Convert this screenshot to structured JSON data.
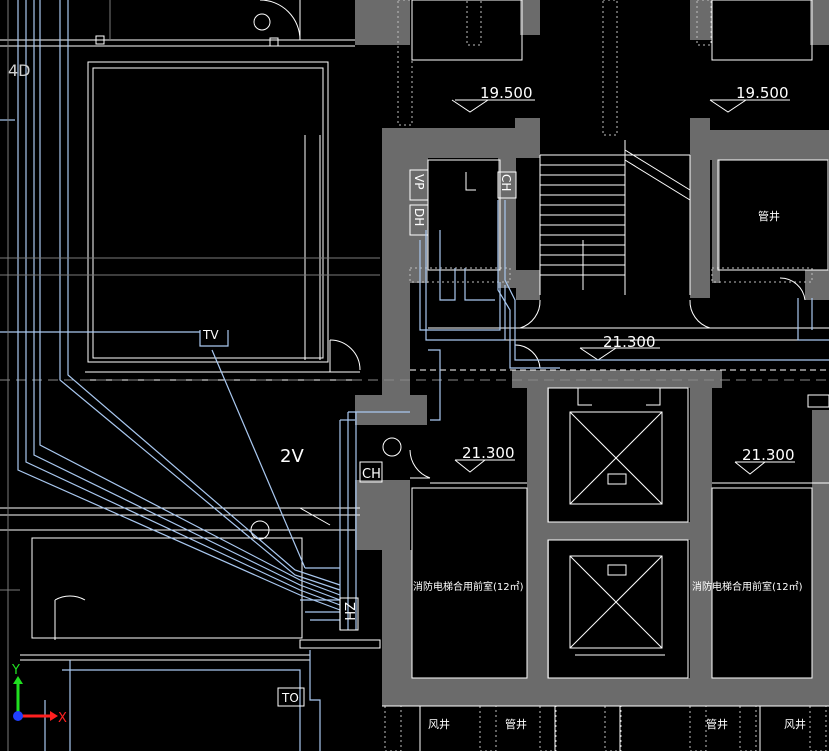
{
  "view": {
    "background": "#000000",
    "wall_fill": "#6b6b6b",
    "line_white": "#ffffff",
    "line_blue": "#a9c8f0",
    "line_grey": "#9a9a9a",
    "text_color": "#ffffff",
    "axis_x_color": "#ff2020",
    "axis_y_color": "#20e020"
  },
  "labels": {
    "grid_4d": "4D",
    "tv": "TV",
    "to": "TO",
    "cable_2v": "2V",
    "vp": "VP",
    "dh": "DH",
    "ch_shaft": "CH",
    "ch_small": "CH",
    "zh": "ZH",
    "elev_19500_left": "19.500",
    "elev_19500_right": "19.500",
    "elev_21300_center": "21.300",
    "elev_21300_left": "21.300",
    "elev_21300_right": "21.300",
    "lobby_left": "消防电梯合用前室(12㎡)",
    "lobby_right": "消防电梯合用前室(12㎡)",
    "shaft_right": "管井",
    "wind_shaft_1": "风井",
    "pipe_shaft_1": "管井",
    "pipe_shaft_2": "管井",
    "wind_shaft_2": "风井",
    "axis_x": "X",
    "axis_y": "Y"
  }
}
